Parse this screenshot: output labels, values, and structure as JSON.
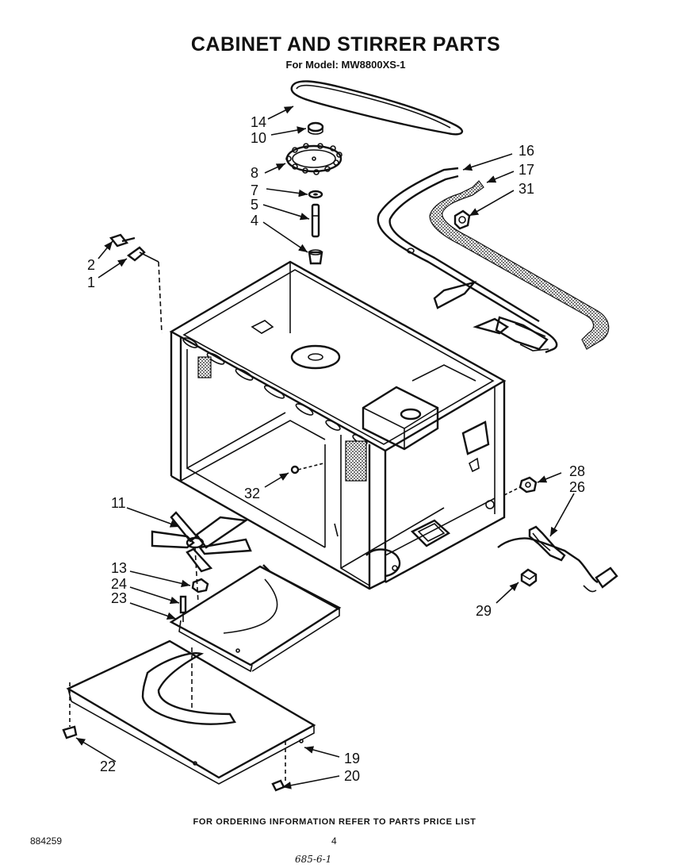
{
  "title": "CABINET AND STIRRER PARTS",
  "subtitle": "For Model: MW8800XS-1",
  "callouts": {
    "c14": "14",
    "c10": "10",
    "c8": "8",
    "c7": "7",
    "c5": "5",
    "c4": "4",
    "c2": "2",
    "c1": "1",
    "c16": "16",
    "c17": "17",
    "c31": "31",
    "c11": "11",
    "c32": "32",
    "c28": "28",
    "c26": "26",
    "c13": "13",
    "c24": "24",
    "c23": "23",
    "c29": "29",
    "c22": "22",
    "c19": "19",
    "c20": "20"
  },
  "footer": {
    "ordering_note": "FOR ORDERING INFORMATION REFER TO PARTS PRICE LIST",
    "doc_number": "884259",
    "page_number": "4",
    "handwritten_note": "685-6-1"
  }
}
